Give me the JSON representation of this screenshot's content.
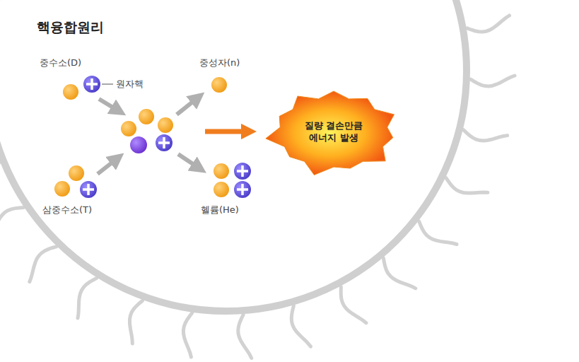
{
  "diagram": {
    "title": "핵융합원리",
    "nodes": [
      {
        "text": [
          "질량 결손만큼 에너지 발생"
        ]
      }
    ],
    "labels": [
      "중수소(D)",
      "원자핵",
      "중성자(n)",
      "삼중수소(T)",
      "헬륨(He)"
    ]
  }
}
